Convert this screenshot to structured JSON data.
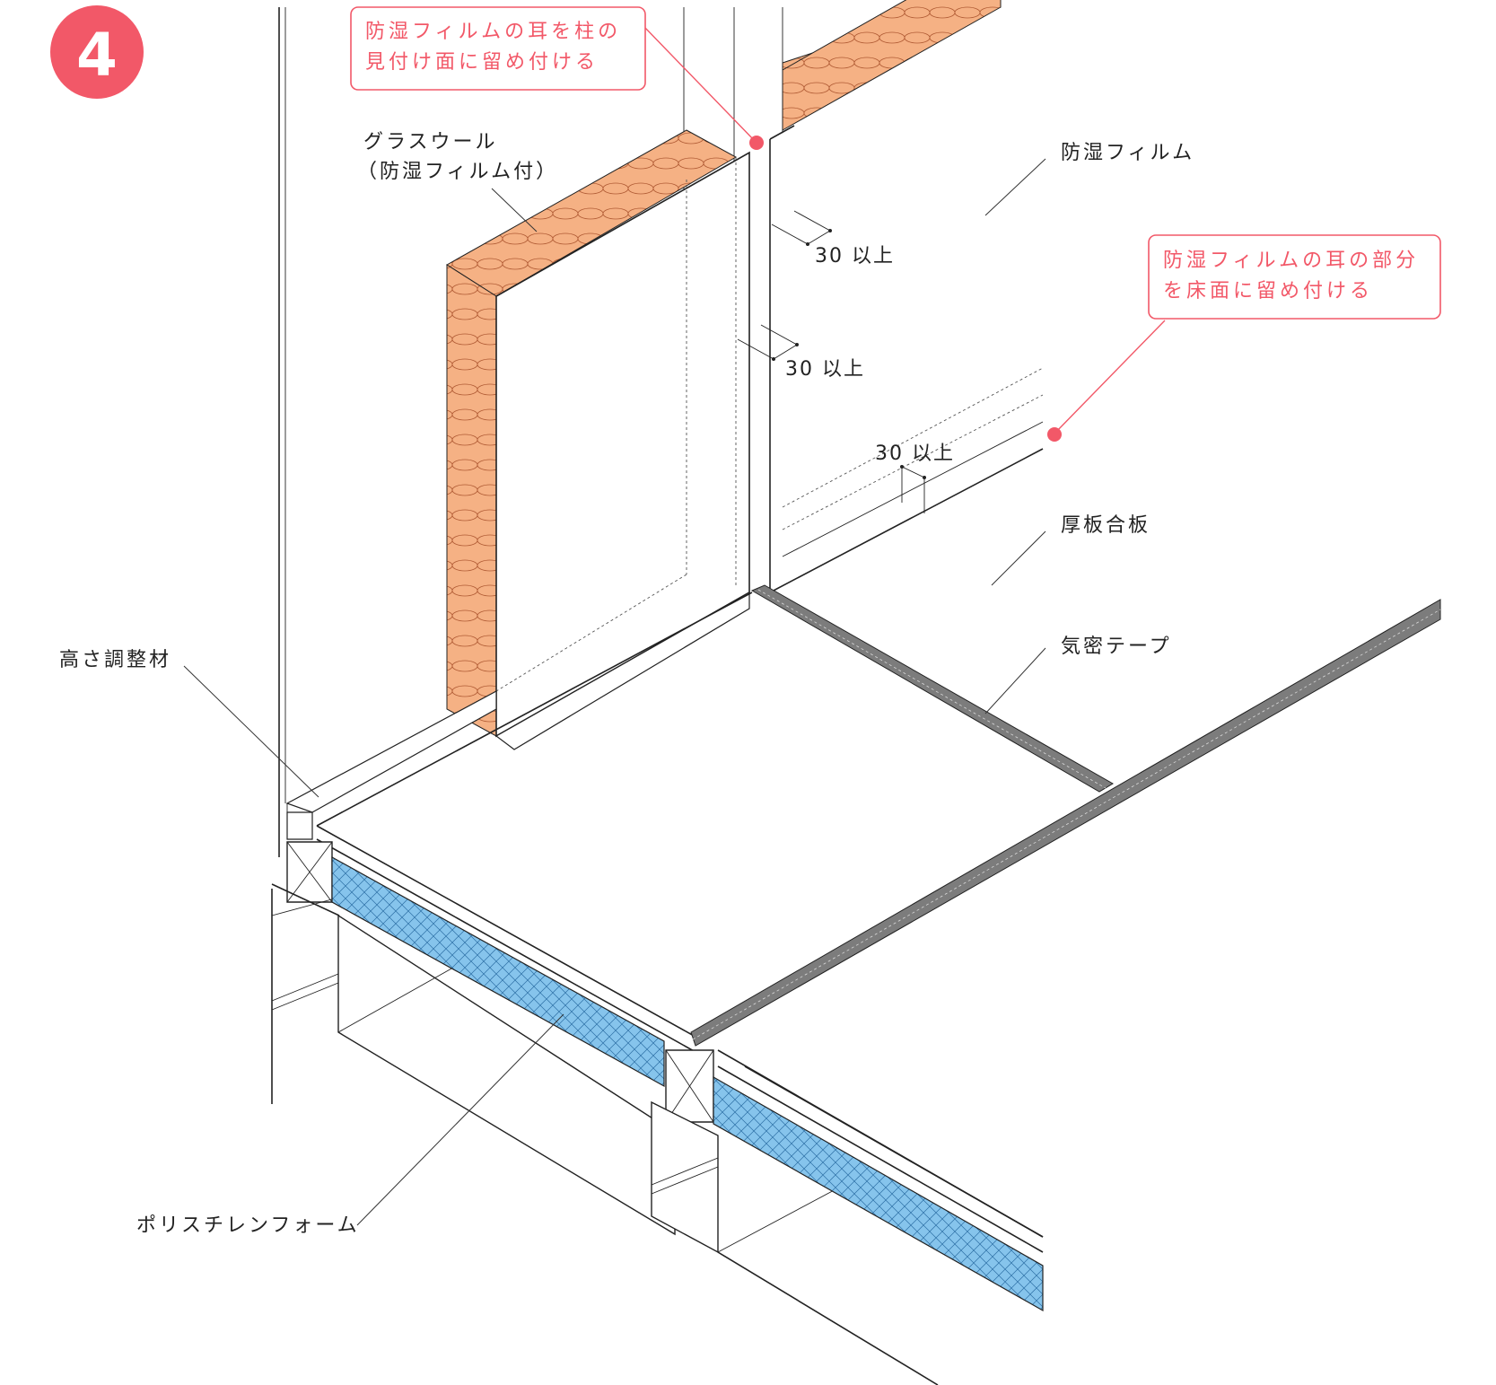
{
  "step": {
    "number": "4"
  },
  "colors": {
    "accent": "#f25868",
    "glass_wool": "#f5b184",
    "foam": "#86c4ec",
    "tape": "#7c7c7c",
    "line": "#222222"
  },
  "labels": {
    "glass_wool_line1": "グラスウール",
    "glass_wool_line2": "（防湿フィルム付）",
    "vapor_film": "防湿フィルム",
    "plywood": "厚板合板",
    "airtight_tape": "気密テープ",
    "height_adjuster": "高さ調整材",
    "polystyrene": "ポリスチレンフォーム"
  },
  "notes": {
    "column_line1": "防湿フィルムの耳を柱の",
    "column_line2": "見付け面に留め付ける",
    "floor_line1": "防湿フィルムの耳の部分",
    "floor_line2": "を床面に留め付ける"
  },
  "dimensions": {
    "overlap_top": "30 以上",
    "overlap_mid": "30 以上",
    "overlap_floor": "30 以上"
  }
}
